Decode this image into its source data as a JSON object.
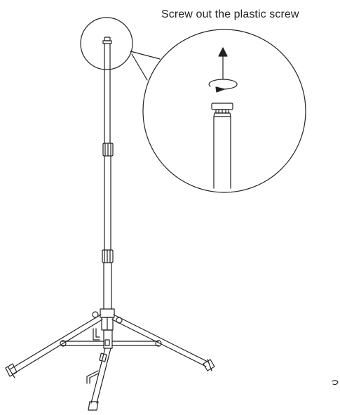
{
  "instruction": {
    "caption": "Screw out the plastic screw"
  },
  "illustration": {
    "subject": "tripod-stand",
    "detail_view": "top-cap-magnified",
    "motion_icons": [
      "rotate-arrow-icon",
      "up-arrow-icon"
    ]
  },
  "colors": {
    "line": "#222222",
    "background": "#ffffff"
  }
}
